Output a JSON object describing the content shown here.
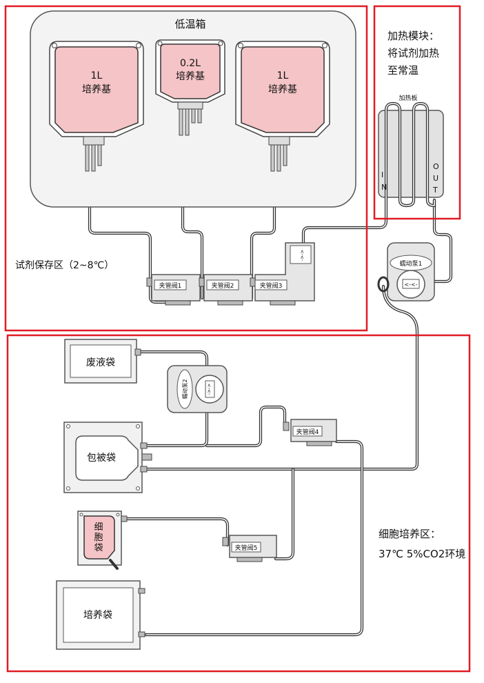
{
  "zones": {
    "reagent_storage_label": "试剂保存区（2~8℃）",
    "heating_module_line1": "加热模块：",
    "heating_module_line2": "将试剂加热",
    "heating_module_line3": "至常温",
    "culture_zone_line1": "细胞培养区：",
    "culture_zone_line2": "37℃ 5%CO2环境"
  },
  "refrigerator": {
    "title": "低温箱"
  },
  "media_bags": [
    {
      "volume": "1L",
      "name": "培养基"
    },
    {
      "volume": "0.2L",
      "name": "培养基"
    },
    {
      "volume": "1L",
      "name": "培养基"
    }
  ],
  "heater": {
    "plate_label": "加热板",
    "in_letters": [
      "I",
      "N"
    ],
    "out_letters": [
      "O",
      "U",
      "T"
    ]
  },
  "pumps": {
    "pump1": "蠕动泵1",
    "pump2": "蠕动泵2",
    "arrow": "<-<-"
  },
  "valves": {
    "v1": "夹管阀1",
    "v2": "夹管阀2",
    "v3": "夹管阀3",
    "v4": "夹管阀4",
    "v5": "夹管阀5"
  },
  "bags": {
    "waste": "废液袋",
    "coated": "包被袋",
    "cell_chars": [
      "细",
      "胞",
      "袋"
    ],
    "culture": "培养袋"
  },
  "colors": {
    "zone_border": "#e01b24",
    "media_fill": "#f4c4c6",
    "cell_bag_fill": "#f4c4c6"
  }
}
